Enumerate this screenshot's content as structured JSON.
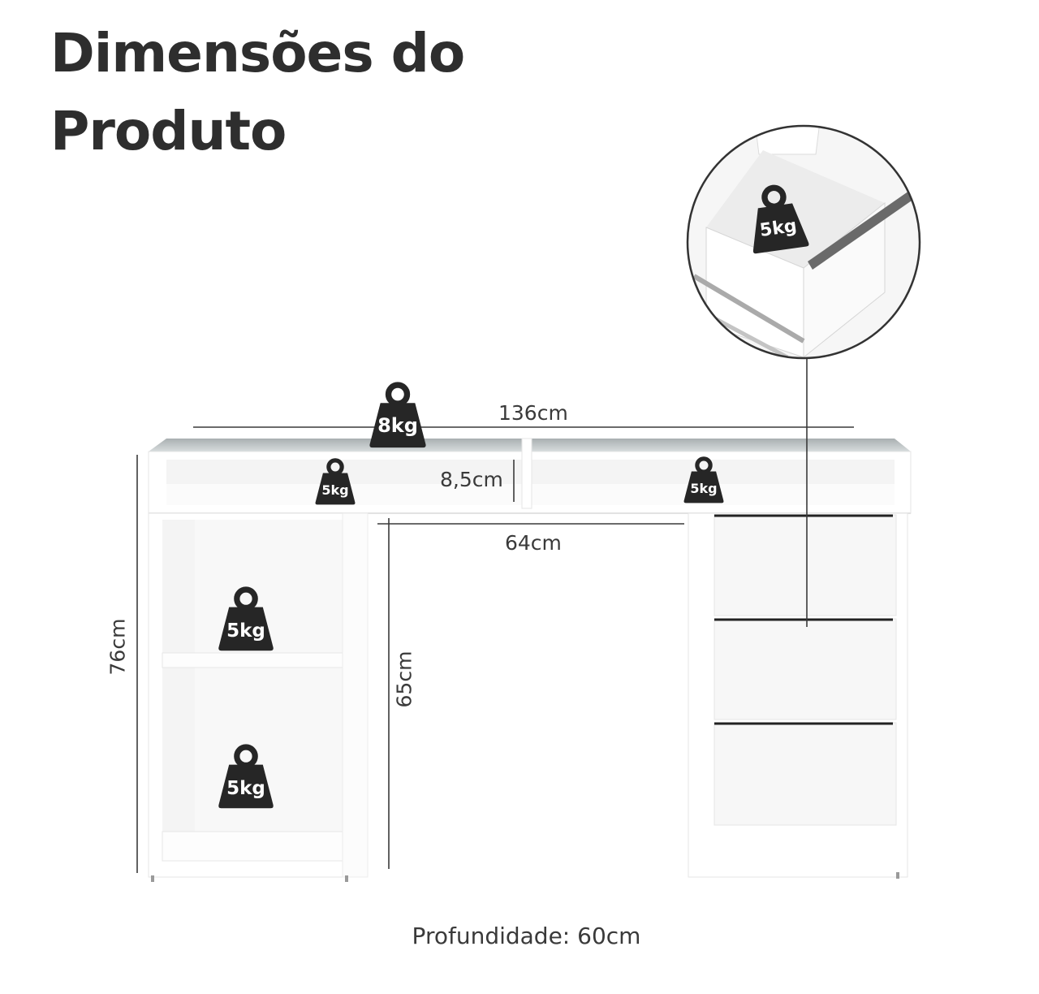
{
  "title": {
    "line1": "Dimensões do",
    "line2": "Produto"
  },
  "dimensions": {
    "width": "136cm",
    "niche_height": "8,5cm",
    "inner_width": "64cm",
    "total_height": "76cm",
    "leg_height": "65cm",
    "depth": "Profundidade: 60cm"
  },
  "weights": {
    "top": "8kg",
    "niche_left": "5kg",
    "niche_right": "5kg",
    "shelf_upper": "5kg",
    "shelf_lower": "5kg",
    "drawer": "5kg"
  },
  "colors": {
    "text": "#2e2e2e",
    "weight_icon": "#262626",
    "furniture": "#ffffff",
    "furniture_shadow": "#e9e9e9",
    "glass_top": "#b9bfc0"
  }
}
